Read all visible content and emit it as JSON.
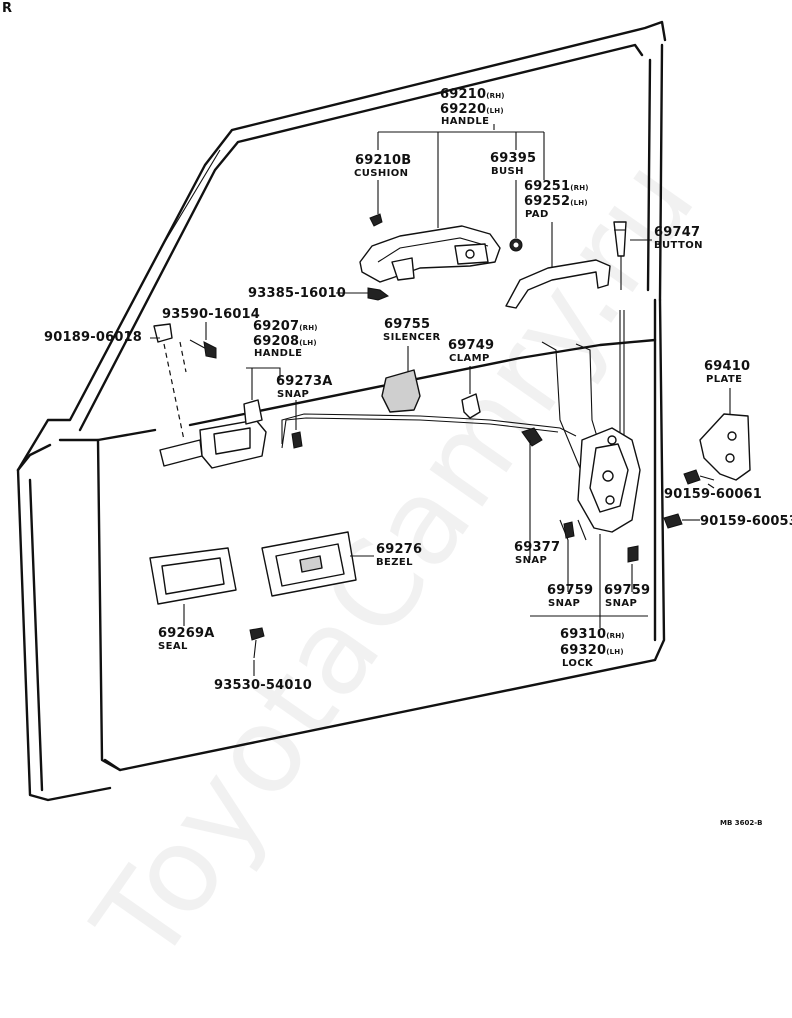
{
  "watermark": "ToyotaCamry.ru",
  "corner_mark": "R",
  "drawing_code": "MB 3602-B",
  "parts": {
    "handle_outer": {
      "pn1": "69210",
      "side1": "(RH)",
      "pn2": "69220",
      "side2": "(LH)",
      "name": "HANDLE"
    },
    "cushion": {
      "pn": "69210B",
      "name": "CUSHION"
    },
    "bush": {
      "pn": "69395",
      "name": "BUSH"
    },
    "pad": {
      "pn1": "69251",
      "side1": "(RH)",
      "pn2": "69252",
      "side2": "(LH)",
      "name": "PAD"
    },
    "button": {
      "pn": "69747",
      "name": "BUTTON"
    },
    "bolt_outer": {
      "pn": "93385-16010"
    },
    "screw_upper": {
      "pn": "93590-16014"
    },
    "nut": {
      "pn": "90189-06018"
    },
    "handle_inner": {
      "pn1": "69207",
      "side1": "(RH)",
      "pn2": "69208",
      "side2": "(LH)",
      "name": "HANDLE"
    },
    "silencer": {
      "pn": "69755",
      "name": "SILENCER"
    },
    "clamp": {
      "pn": "69749",
      "name": "CLAMP"
    },
    "snap_handle": {
      "pn": "69273A",
      "name": "SNAP"
    },
    "plate": {
      "pn": "69410",
      "name": "PLATE"
    },
    "screw_plate1": {
      "pn": "90159-60061"
    },
    "screw_plate2": {
      "pn": "90159-60053"
    },
    "bezel": {
      "pn": "69276",
      "name": "BEZEL"
    },
    "snap_rod": {
      "pn": "69377",
      "name": "SNAP"
    },
    "snap_lock1": {
      "pn": "69759",
      "name": "SNAP"
    },
    "snap_lock2": {
      "pn": "69759",
      "name": "SNAP"
    },
    "lock": {
      "pn1": "69310",
      "side1": "(RH)",
      "pn2": "69320",
      "side2": "(LH)",
      "name": "LOCK"
    },
    "seal": {
      "pn": "69269A",
      "name": "SEAL"
    },
    "screw_seal": {
      "pn": "93530-54010"
    }
  }
}
